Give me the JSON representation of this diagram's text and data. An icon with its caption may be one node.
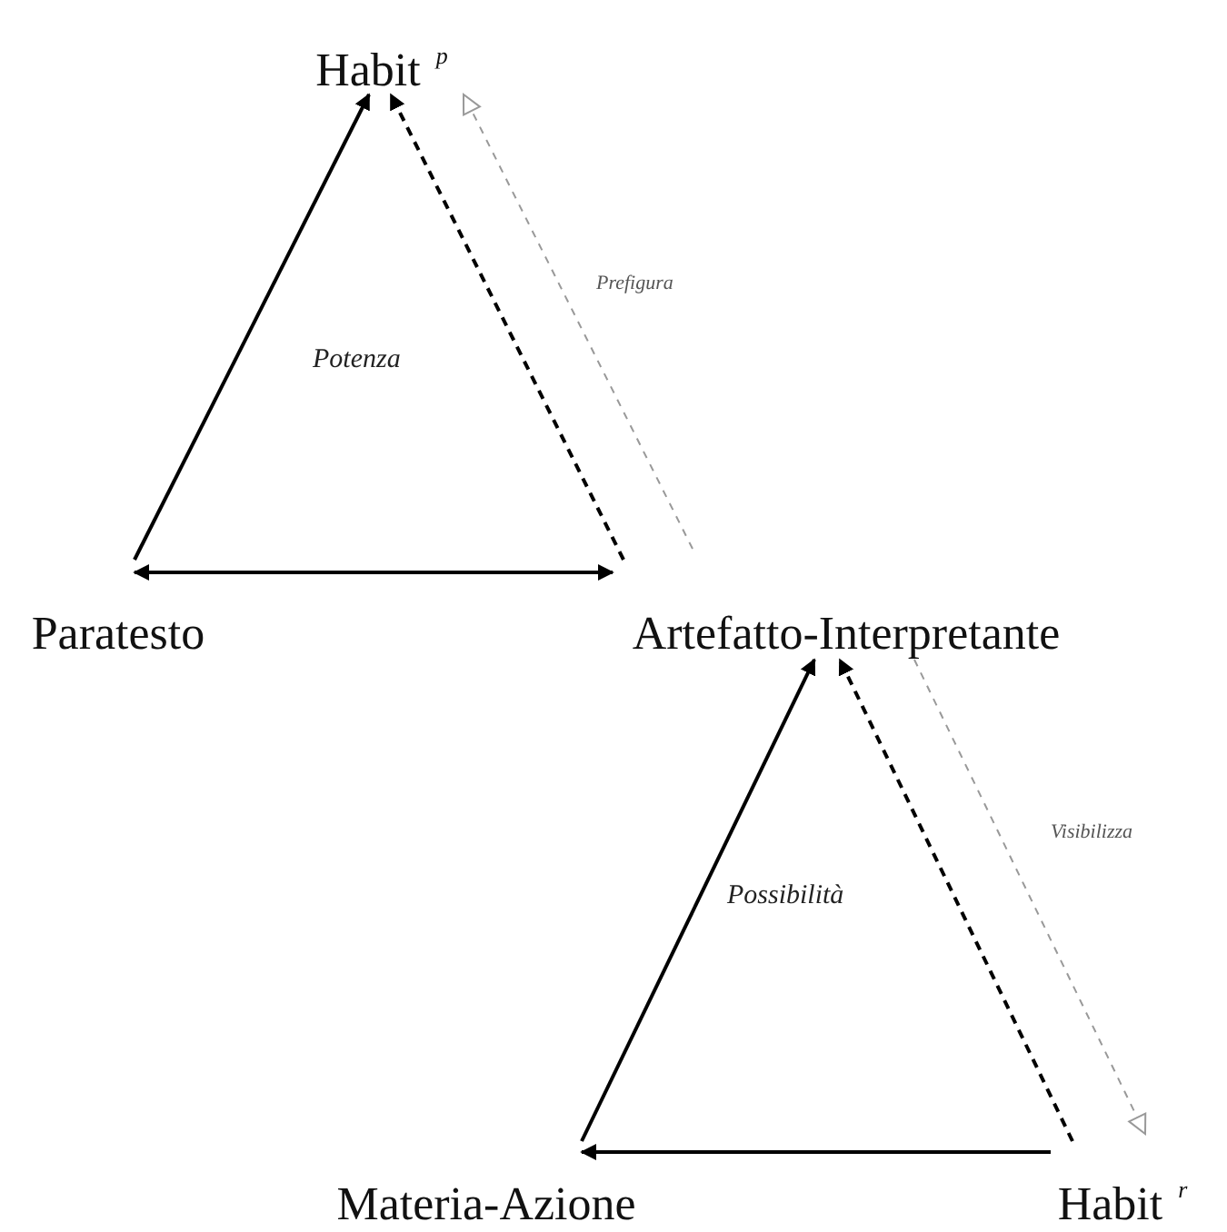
{
  "diagram": {
    "nodes": [
      {
        "text": [
          "Habit $^{p}$"
        ]
      },
      {
        "text": [
          "Paratesto"
        ]
      },
      {
        "text": [
          "Artefatto-Interpretante"
        ]
      },
      {
        "text": [
          "Materia-Azione"
        ]
      },
      {
        "text": [
          "Habit $^{r}$"
        ]
      }
    ],
    "edges": [
      {
        "from": 1,
        "to": 0,
        "arrow": "to"
      },
      {
        "from": 2,
        "to": 0,
        "arrow": "to",
        "style": "dashed"
      },
      {
        "from": 2,
        "to": 0,
        "arrow": "to",
        "style": "dashed",
        "color": "#999999",
        "label": "Prefigura"
      },
      {
        "from": 1,
        "to": 2,
        "arrow": "both"
      },
      {
        "from": 3,
        "to": 2,
        "arrow": "to"
      },
      {
        "from": 4,
        "to": 2,
        "arrow": "to",
        "style": "dashed"
      },
      {
        "from": 2,
        "to": 4,
        "arrow": "to",
        "style": "dashed",
        "color": "#999999",
        "label": "Visibilizza"
      },
      {
        "from": 4,
        "to": 3,
        "arrow": "to"
      }
    ],
    "labels": [
      "Potenza",
      "Possibilità"
    ]
  }
}
